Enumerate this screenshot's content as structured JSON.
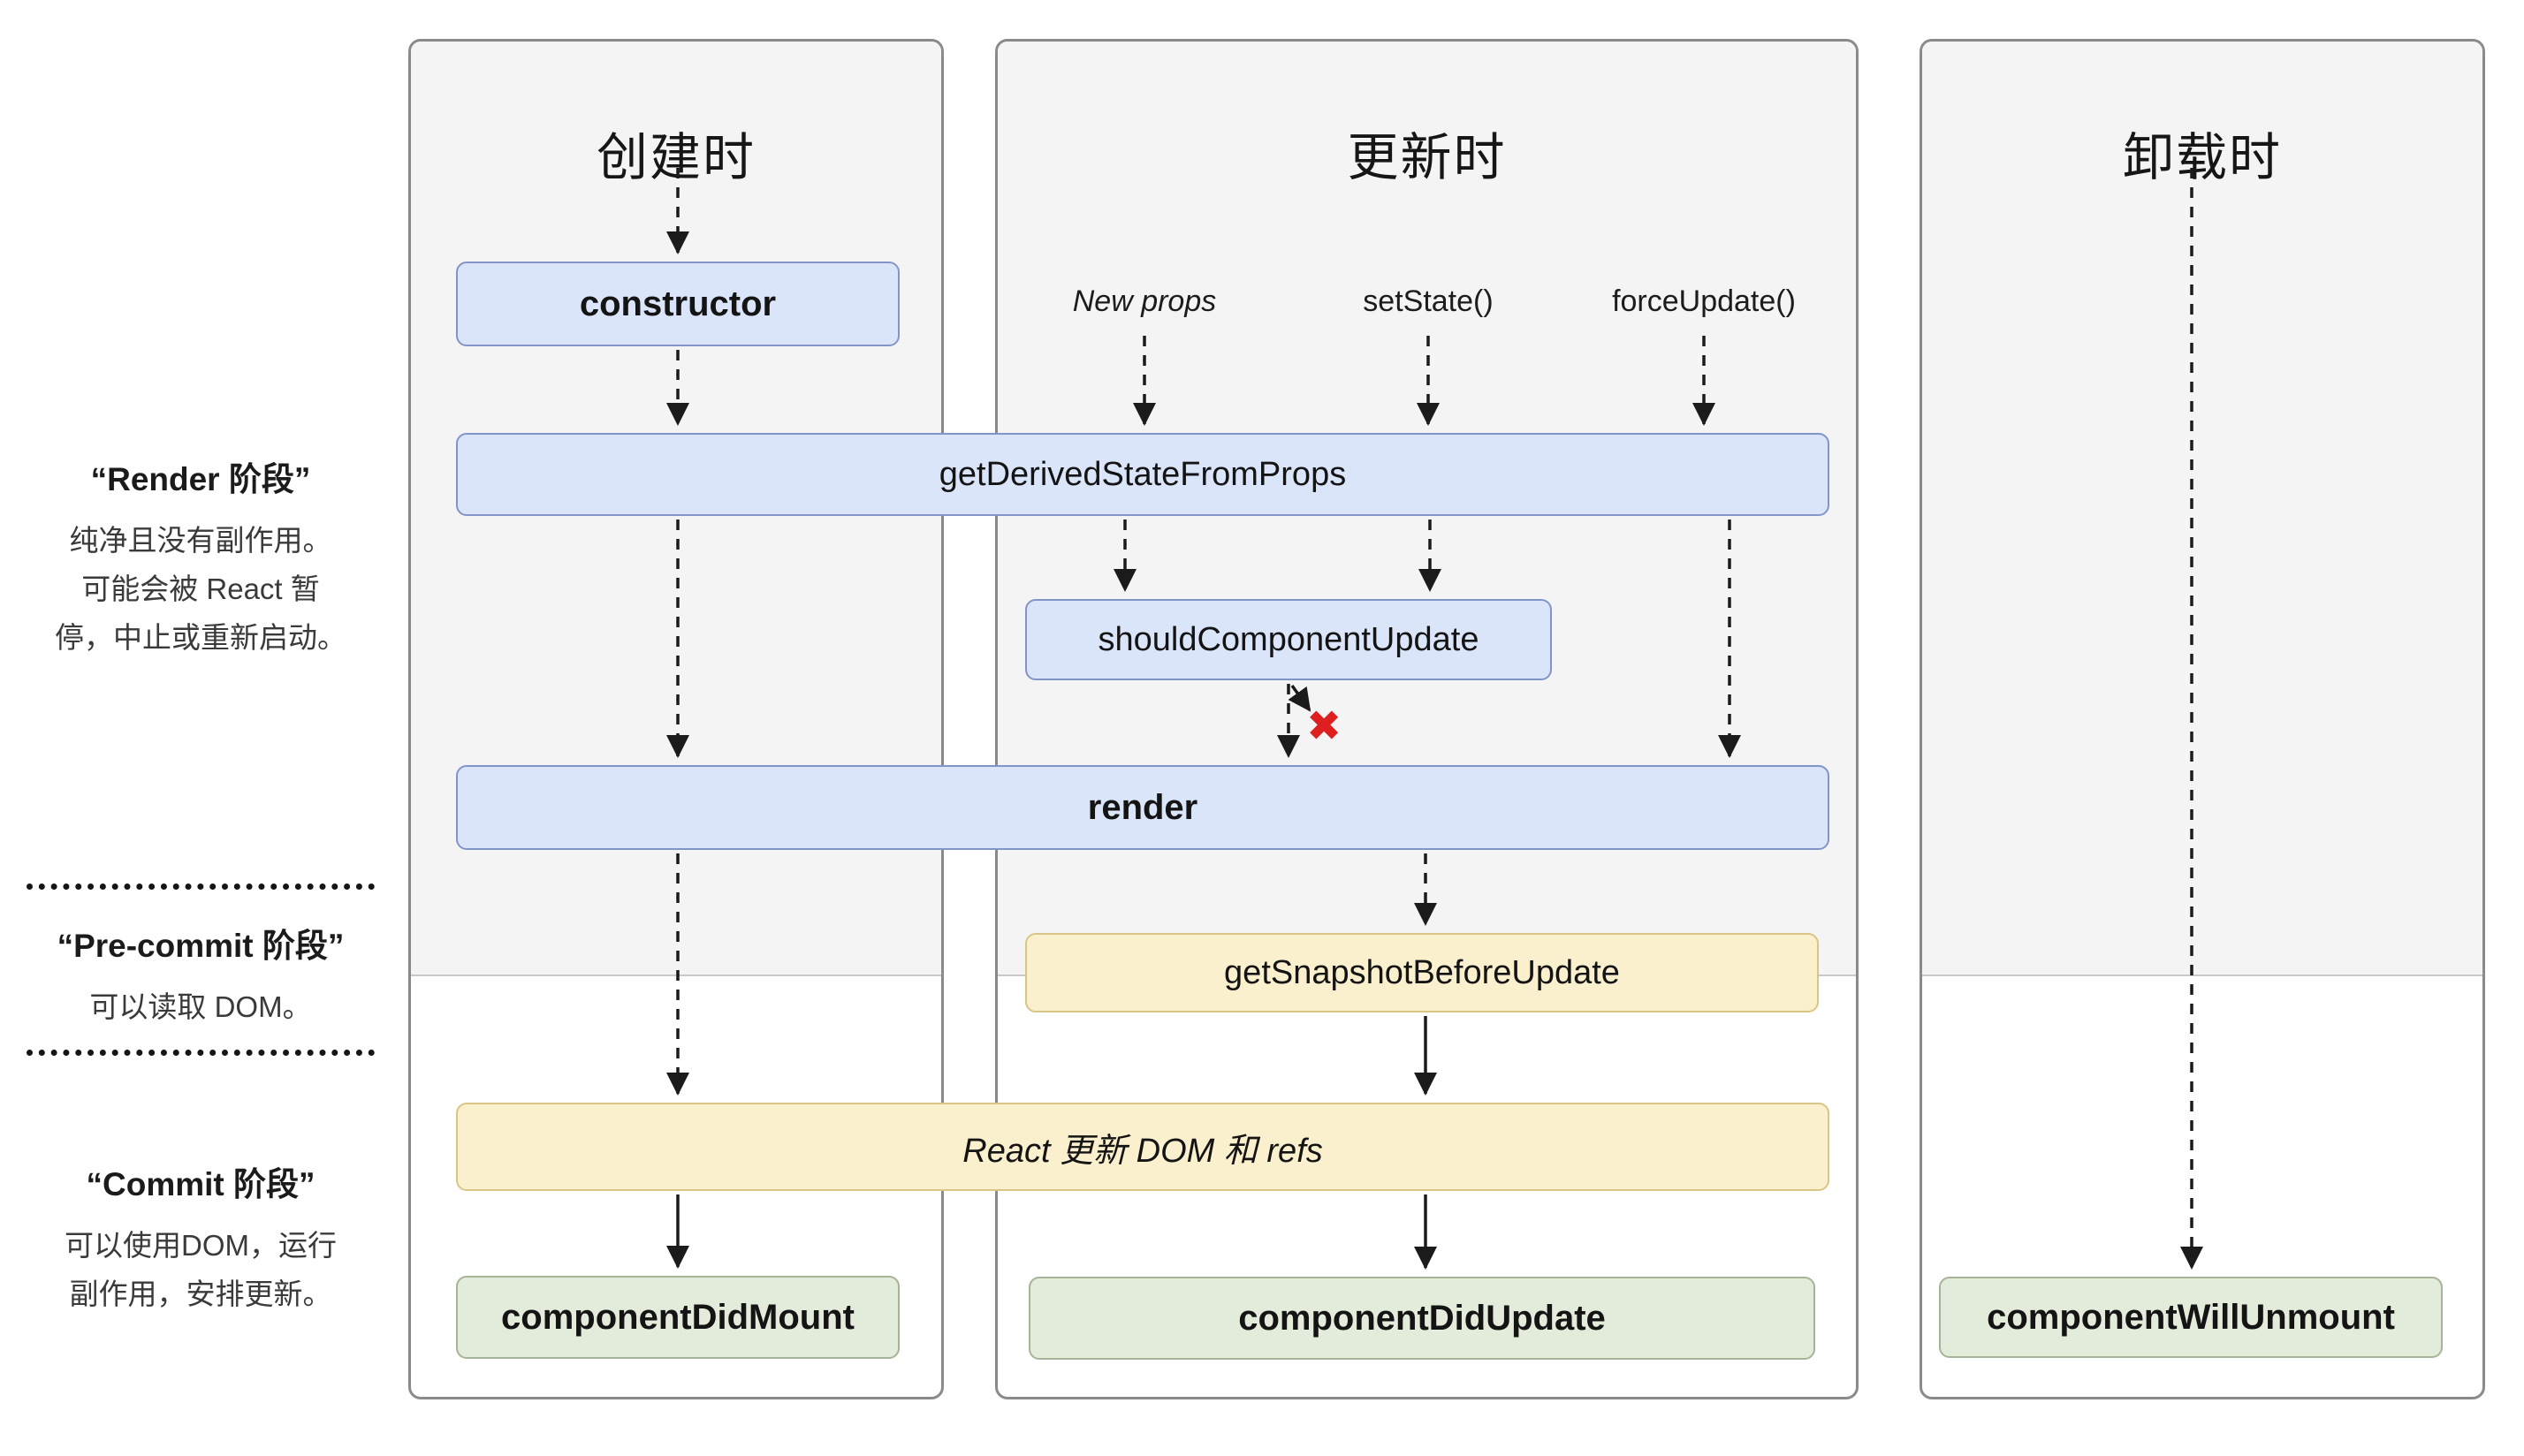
{
  "columns": [
    {
      "id": "mounting",
      "title": "创建时"
    },
    {
      "id": "updating",
      "title": "更新时"
    },
    {
      "id": "unmounting",
      "title": "卸载时"
    }
  ],
  "phases": [
    {
      "title": "“Render 阶段”",
      "lines": [
        "纯净且没有副作用。",
        "可能会被 React 暂",
        "停，中止或重新启动。"
      ]
    },
    {
      "title": "“Pre-commit 阶段”",
      "lines": [
        "可以读取 DOM。"
      ]
    },
    {
      "title": "“Commit 阶段”",
      "lines": [
        "可以使用DOM，运行",
        "副作用，安排更新。"
      ]
    }
  ],
  "triggers": [
    "New props",
    "setState()",
    "forceUpdate()"
  ],
  "nodes": {
    "constructor": "constructor",
    "getDerivedStateFromProps": "getDerivedStateFromProps",
    "shouldComponentUpdate": "shouldComponentUpdate",
    "render": "render",
    "getSnapshotBeforeUpdate": "getSnapshotBeforeUpdate",
    "reactUpdates": "React 更新 DOM 和 refs",
    "componentDidMount": "componentDidMount",
    "componentDidUpdate": "componentDidUpdate",
    "componentWillUnmount": "componentWillUnmount"
  },
  "marks": {
    "cancel": "✖"
  },
  "colors": {
    "blue_fill": "#dae5f9",
    "blue_border": "#8295c9",
    "yellow_fill": "#fbf0cd",
    "yellow_border": "#d9c585",
    "green_fill": "#e3ebdb",
    "green_border": "#a5b497",
    "shade": "#f4f4f5",
    "cancel_red": "#dd1f1f",
    "arrow": "#1b1b1b"
  }
}
